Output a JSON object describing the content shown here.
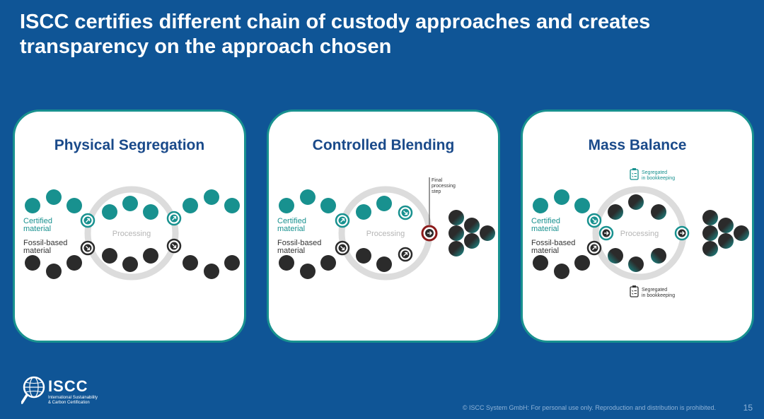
{
  "slide": {
    "title": "ISCC certifies different chain of custody approaches and creates transparency on the approach chosen",
    "footer": "© ISCC System GmbH: For personal use only. Reproduction and distribution is prohibited.",
    "page_number": "15"
  },
  "logo": {
    "name": "ISCC",
    "subtitle_line1": "International Sustainability",
    "subtitle_line2": "& Carbon Certification"
  },
  "panels": [
    {
      "title": "Physical Segregation",
      "certified_label_1": "Certified",
      "certified_label_2": "material",
      "fossil_label_1": "Fossil-based",
      "fossil_label_2": "material",
      "processing_label": "Processing"
    },
    {
      "title": "Controlled Blending",
      "certified_label_1": "Certified",
      "certified_label_2": "material",
      "fossil_label_1": "Fossil-based",
      "fossil_label_2": "material",
      "processing_label": "Processing",
      "final_step_1": "Final",
      "final_step_2": "processing",
      "final_step_3": "step"
    },
    {
      "title": "Mass Balance",
      "certified_label_1": "Certified",
      "certified_label_2": "material",
      "fossil_label_1": "Fossil-based",
      "fossil_label_2": "material",
      "processing_label": "Processing",
      "bookkeeping_1": "Segregated",
      "bookkeeping_2": "in bookkeeping"
    }
  ],
  "colors": {
    "background": "#0f5596",
    "certified": "#18918f",
    "fossil": "#2b2b2b",
    "panel_border": "#18918f",
    "panel_title": "#1a4a8a",
    "final_step_marker": "#8b1a1a"
  }
}
